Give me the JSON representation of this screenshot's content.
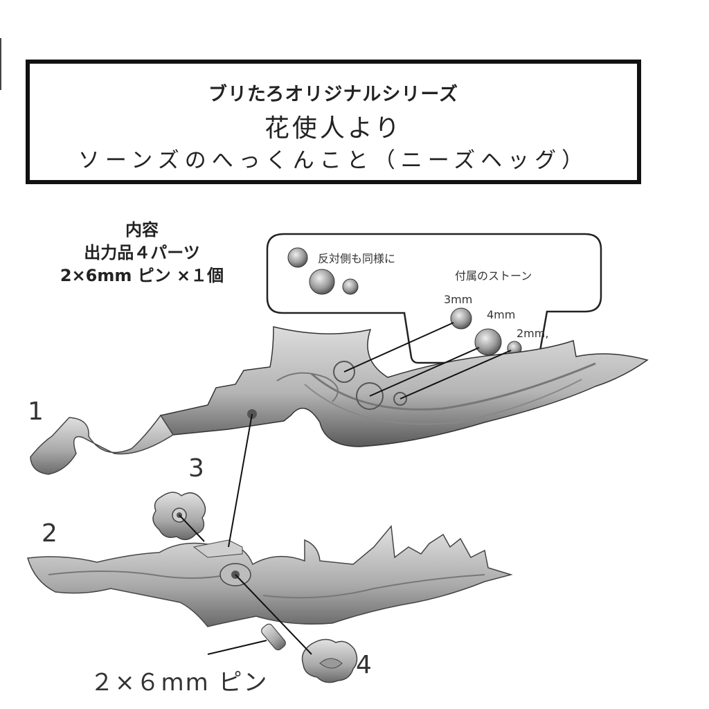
{
  "header": {
    "series": "ブリたろオリジナルシリーズ",
    "from": "花使人より",
    "subject": "ソーンズのへっくんこと（ニーズヘッグ）"
  },
  "contents": {
    "heading": "内容",
    "parts": "出力品４パーツ",
    "pins": "2×6mm ピン ×１個"
  },
  "stones": {
    "opposite_note": "反対側も同様に",
    "attached": "付属のストーン",
    "size_3": "3mm",
    "size_4": "4mm",
    "size_2": "2mm,"
  },
  "part_numbers": [
    "1",
    "2",
    "3",
    "4"
  ],
  "pin_label": "２×６mm ピン",
  "colors": {
    "frame": "#111111",
    "metal_light": "#d4d4d4",
    "metal_mid": "#a8a8a8",
    "metal_dark": "#5e5e5e"
  }
}
